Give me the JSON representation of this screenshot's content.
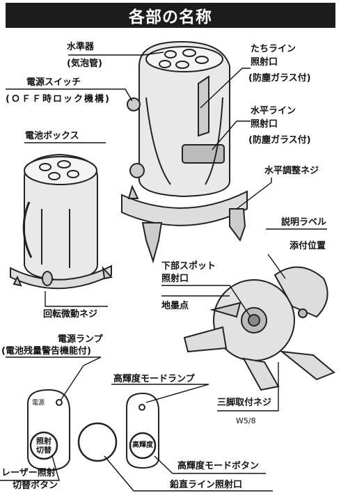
{
  "title": "各部の名称",
  "labels": {
    "level_vial": "水準器",
    "level_vial_sub": "(気泡管)",
    "vertical_window": "たちライン",
    "vertical_window2": "照射口",
    "vertical_window_sub": "(防塵ガラス付)",
    "power_switch": "電源スイッチ",
    "power_switch_sub": "(ＯＦＦ時ロック機構)",
    "horizontal_window": "水平ライン",
    "horizontal_window2": "照射口",
    "horizontal_window_sub": "(防塵ガラス付)",
    "battery_box": "電池ボックス",
    "leveling_screw": "水平調整ネジ",
    "instruction_label": "説明ラベル",
    "instruction_label2": "添付位置",
    "bottom_spot": "下部スポット",
    "bottom_spot2": "照射口",
    "ground_mark": "地墨点",
    "fine_rotation": "回転微動ネジ",
    "tripod_screw": "三脚取付ネジ",
    "thread_size": "W5/8",
    "power_lamp": "電源ランプ",
    "power_lamp_sub": "(電池残量警告機能付)",
    "hb_mode_lamp": "高輝度モードランプ",
    "hb_mode_button": "高輝度モードボタン",
    "laser_switch": "レーザー照射",
    "laser_switch2": "切替ボタン",
    "plumb_window": "鉛直ライン照射口"
  },
  "panel": {
    "power_text": "電源",
    "switch_line1": "照射",
    "switch_line2": "切替",
    "hb_button": "高輝度"
  }
}
